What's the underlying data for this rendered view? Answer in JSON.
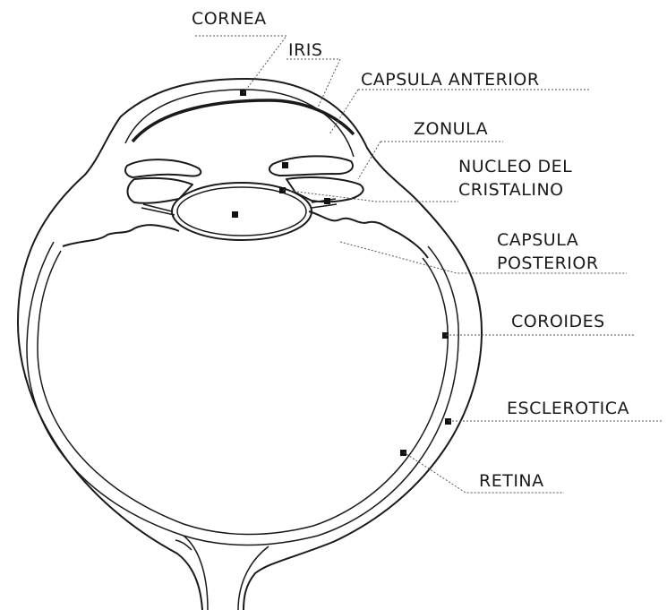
{
  "labels": {
    "cornea": "CORNEA",
    "iris": "IRIS",
    "capsula_anterior": "CAPSULA ANTERIOR",
    "zonula": "ZONULA",
    "nucleo_line1": "NUCLEO DEL",
    "nucleo_line2": "CRISTALINO",
    "capsula_posterior_line1": "CAPSULA",
    "capsula_posterior_line2": "POSTERIOR",
    "coroides": "COROIDES",
    "esclerotica": "ESCLEROTICA",
    "retina": "RETINA"
  },
  "colors": {
    "ink": "#1a1a1a",
    "background": "#ffffff"
  }
}
